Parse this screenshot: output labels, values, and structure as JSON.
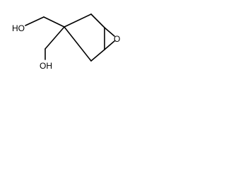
{
  "structure": {
    "atoms": {
      "hydroxyl_top": "HO",
      "hydroxyl_bottom": "OH",
      "epoxide_oxygen": "O"
    }
  }
}
